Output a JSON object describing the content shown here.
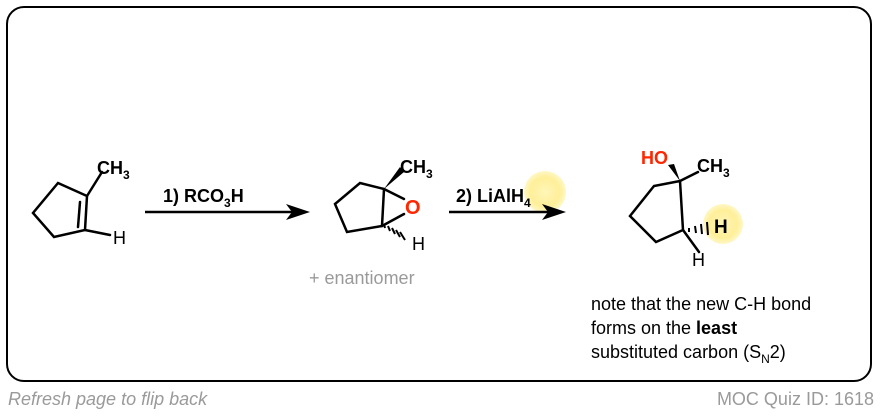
{
  "reactant": {
    "methyl": {
      "main": "CH",
      "sub": "3"
    },
    "hydrogen": "H"
  },
  "step1": {
    "prefix": "1)  RCO",
    "sub": "3",
    "suffix": "H"
  },
  "epoxide": {
    "methyl": {
      "main": "CH",
      "sub": "3"
    },
    "oxygen": "O",
    "hydrogen": "H",
    "note": "+ enantiomer"
  },
  "step2": {
    "prefix": "2)  LiAlH",
    "sub": "4"
  },
  "product": {
    "hydroxyl": "HO",
    "methyl": {
      "main": "CH",
      "sub": "3"
    },
    "new_hydrogen": "H",
    "hydrogen": "H"
  },
  "note": {
    "line1": "note that the new C-H bond",
    "line2_prefix": "forms on the ",
    "line2_bold": "least",
    "line3_prefix": "substituted carbon (S",
    "line3_sub": "N",
    "line3_suffix": "2)"
  },
  "footer": {
    "left": "Refresh page to flip back",
    "right": "MOC Quiz ID: 1618"
  },
  "colors": {
    "oxygen_red": "#ff2600",
    "highlight_yellow": "#fff2a0",
    "muted_gray": "#9a9a9a",
    "ink": "#000000"
  }
}
